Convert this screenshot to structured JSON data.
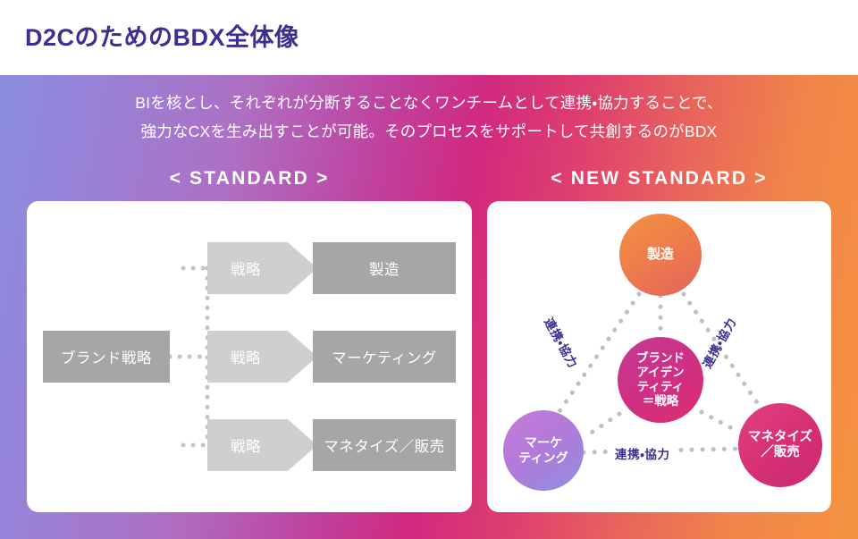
{
  "page": {
    "title": "D2CのためのBDX全体像",
    "title_color": "#3b2f8f",
    "background_gradient": [
      "#8b8ee0",
      "#c0419e",
      "#f59340"
    ]
  },
  "lead": {
    "line1": "BIを核とし、それぞれが分断することなくワンチームとして連携・協力することで、",
    "line2": "強力なCXを生み出すことが可能。そのプロセスをサポートして共創するのがBDX"
  },
  "sections": {
    "standard": {
      "heading": "< STANDARD >",
      "diagram": {
        "source_node": {
          "label": "ブランド戦略",
          "color": "#a6a6a6"
        },
        "rows": [
          {
            "arrow_label": "戦略",
            "arrow_color": "#cfcfcf",
            "target_label": "製造",
            "target_color": "#a6a6a6"
          },
          {
            "arrow_label": "戦略",
            "arrow_color": "#cfcfcf",
            "target_label": "マーケティング",
            "target_color": "#a6a6a6"
          },
          {
            "arrow_label": "戦略",
            "arrow_color": "#cfcfcf",
            "target_label": "マネタイズ／販売",
            "target_color": "#a6a6a6"
          }
        ],
        "connector_style": "dotted",
        "connector_color": "#c4c4c4"
      }
    },
    "new_standard": {
      "heading": "< NEW STANDARD >",
      "diagram": {
        "center": {
          "name": "brand-identity",
          "lines": [
            "ブランド",
            "アイデン",
            "ティティ",
            "＝戦略"
          ],
          "color": "#cf2f84"
        },
        "nodes": [
          {
            "name": "manufacturing",
            "lines": [
              "製造"
            ],
            "color": "#ef7e4a",
            "position": "top"
          },
          {
            "name": "marketing",
            "lines": [
              "マーケ",
              "ティング"
            ],
            "color": "#b27ad9",
            "position": "bottom-left"
          },
          {
            "name": "monetize-sales",
            "lines": [
              "マネタイズ",
              "／販売"
            ],
            "color": "#d62f74",
            "position": "bottom-right"
          }
        ],
        "edge_labels": [
          {
            "name": "left-edge",
            "text": "連携・協力"
          },
          {
            "name": "right-edge",
            "text": "連携・協力"
          },
          {
            "name": "bottom-edge",
            "text": "連携・協力"
          }
        ],
        "edge_label_color": "#3b2f8f",
        "connector_style": "dotted",
        "connector_color": "#bfbfbf"
      }
    }
  }
}
